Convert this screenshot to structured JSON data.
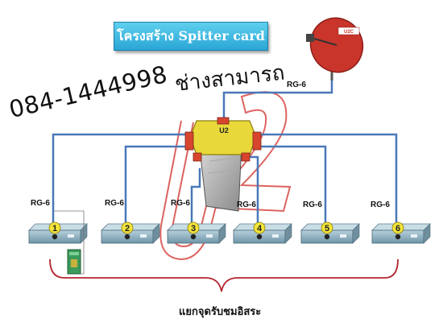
{
  "title": "โครงสร้าง Spitter card",
  "phone": "084-1444998",
  "shop_name": "ช่างสามารถ",
  "splitter_label": "U2",
  "dish_badge": "U2C",
  "watermark": "U2",
  "cable_labels": {
    "dish": "RG-6",
    "rx1": "RG-6",
    "rx2": "RG-6",
    "rx3": "RG-6",
    "rx4": "RG-6",
    "rx5": "RG-6",
    "rx6": "RG-6"
  },
  "receivers": [
    {
      "number": "1"
    },
    {
      "number": "2"
    },
    {
      "number": "3"
    },
    {
      "number": "4"
    },
    {
      "number": "5"
    },
    {
      "number": "6"
    }
  ],
  "bottom_label": "แยกจุดรับชมอิสระ",
  "colors": {
    "cable": "#4a78b8",
    "title_bg": "#2aa6d6",
    "dish": "#c9352b",
    "splitter": "#e8d83a",
    "receiver": "#8fb3c4",
    "badge": "#f2e43a",
    "brace": "#b3262f"
  }
}
